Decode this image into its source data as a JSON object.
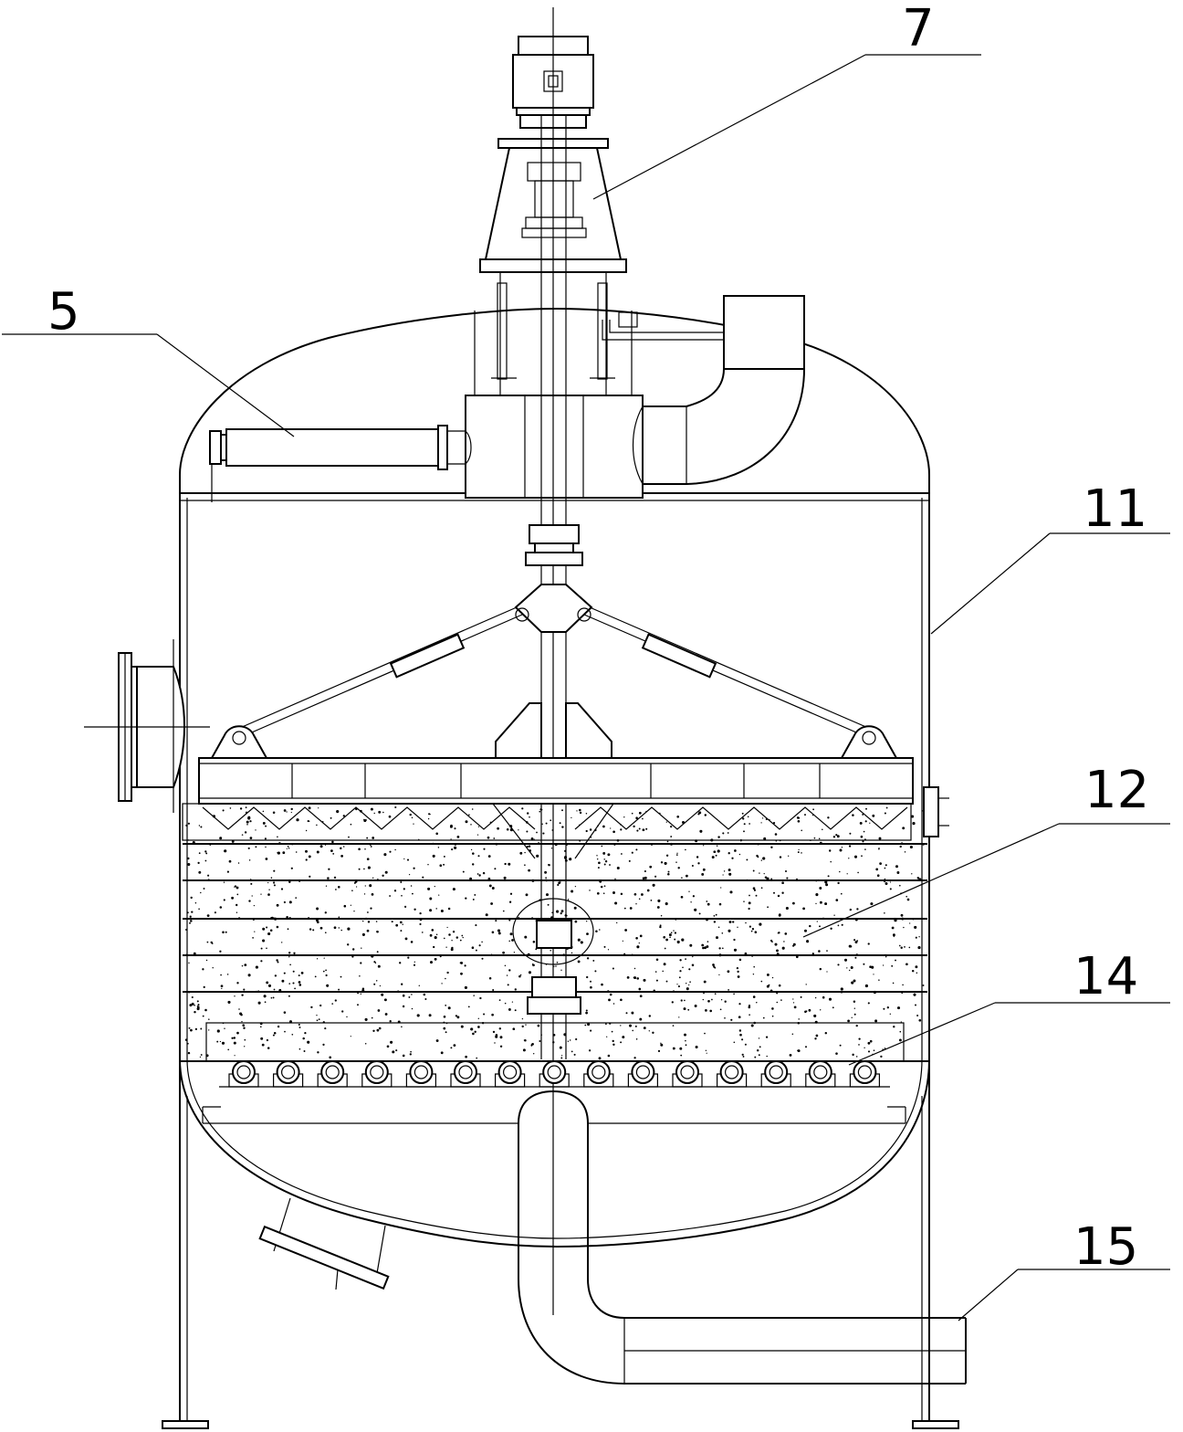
{
  "labels": {
    "l7": "7",
    "l5": "5",
    "l11": "11",
    "l12": "12",
    "l14": "14",
    "l15": "15"
  },
  "colors": {
    "line": "#000000",
    "background": "#ffffff"
  }
}
